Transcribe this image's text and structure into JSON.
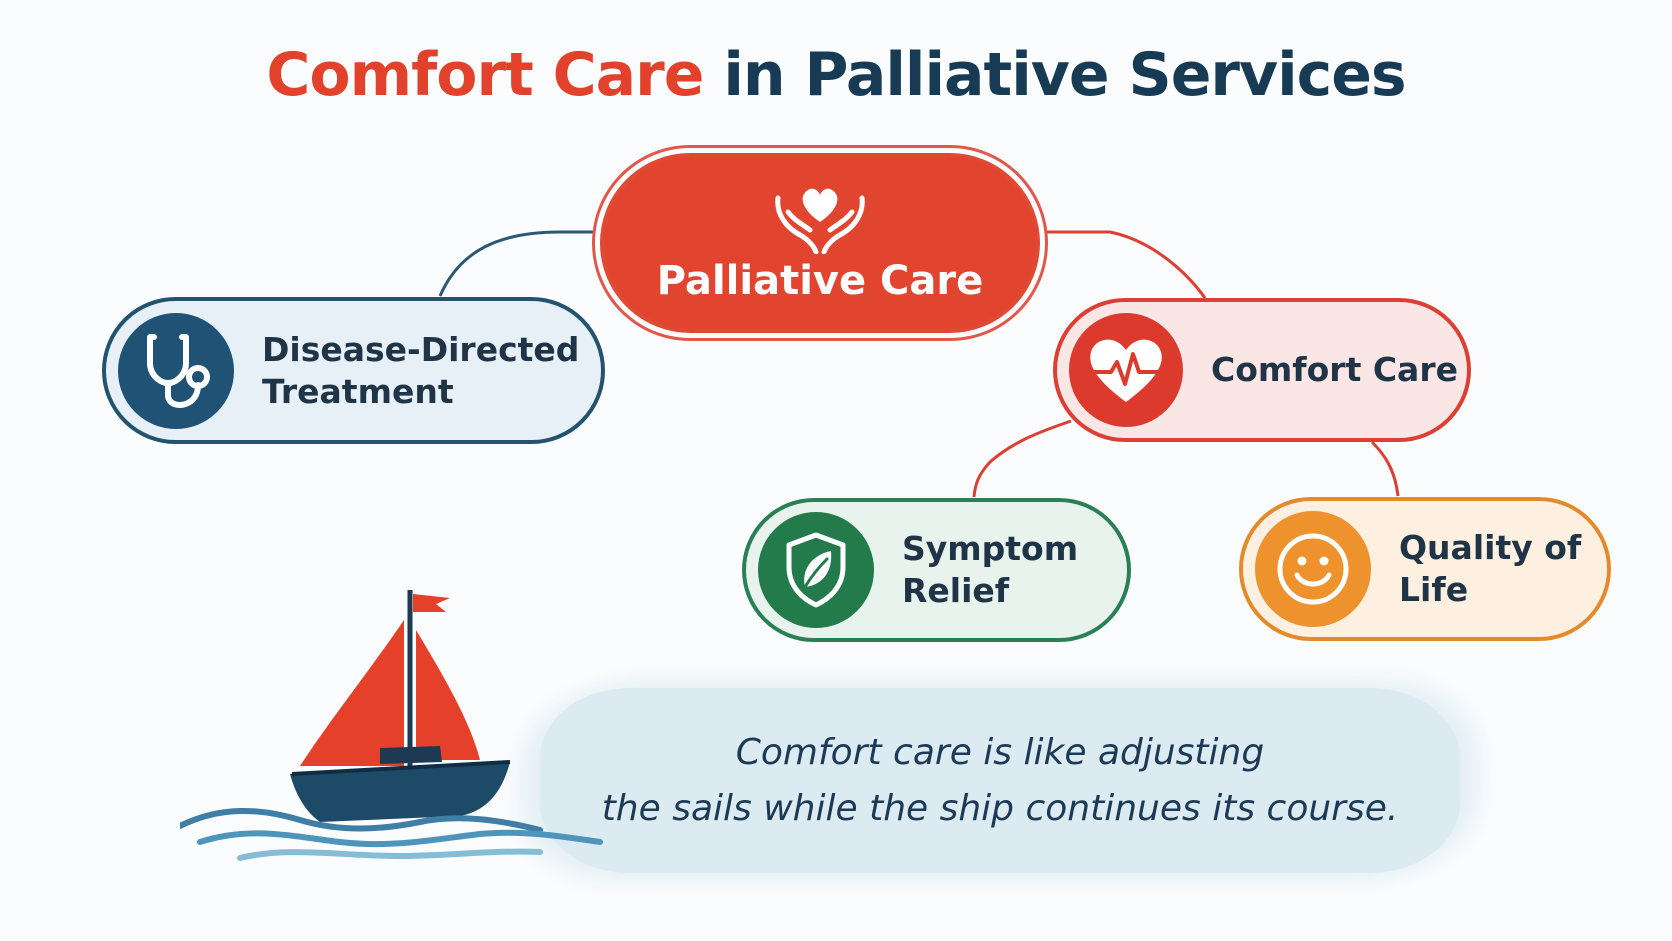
{
  "title": {
    "part_accent": "Comfort Care",
    "part_rest": "in Palliative Services"
  },
  "nodes": {
    "palliative": {
      "label": "Palliative Care",
      "icon": "heart-hands-icon",
      "color": "#e2452f"
    },
    "disease": {
      "label": "Disease-Directed\nTreatment",
      "icon": "stethoscope-icon",
      "color": "#1f5275"
    },
    "comfort": {
      "label": "Comfort Care",
      "icon": "heart-pulse-icon",
      "color": "#dc3a2c"
    },
    "symptom": {
      "label": "Symptom\nRelief",
      "icon": "shield-leaf-icon",
      "color": "#237a4b"
    },
    "quality": {
      "label": "Quality of\nLife",
      "icon": "smile-icon",
      "color": "#ed922d"
    }
  },
  "analogy": {
    "text": "Comfort care is like adjusting\nthe sails while the ship continues its course.",
    "icon": "sailboat-icon"
  }
}
